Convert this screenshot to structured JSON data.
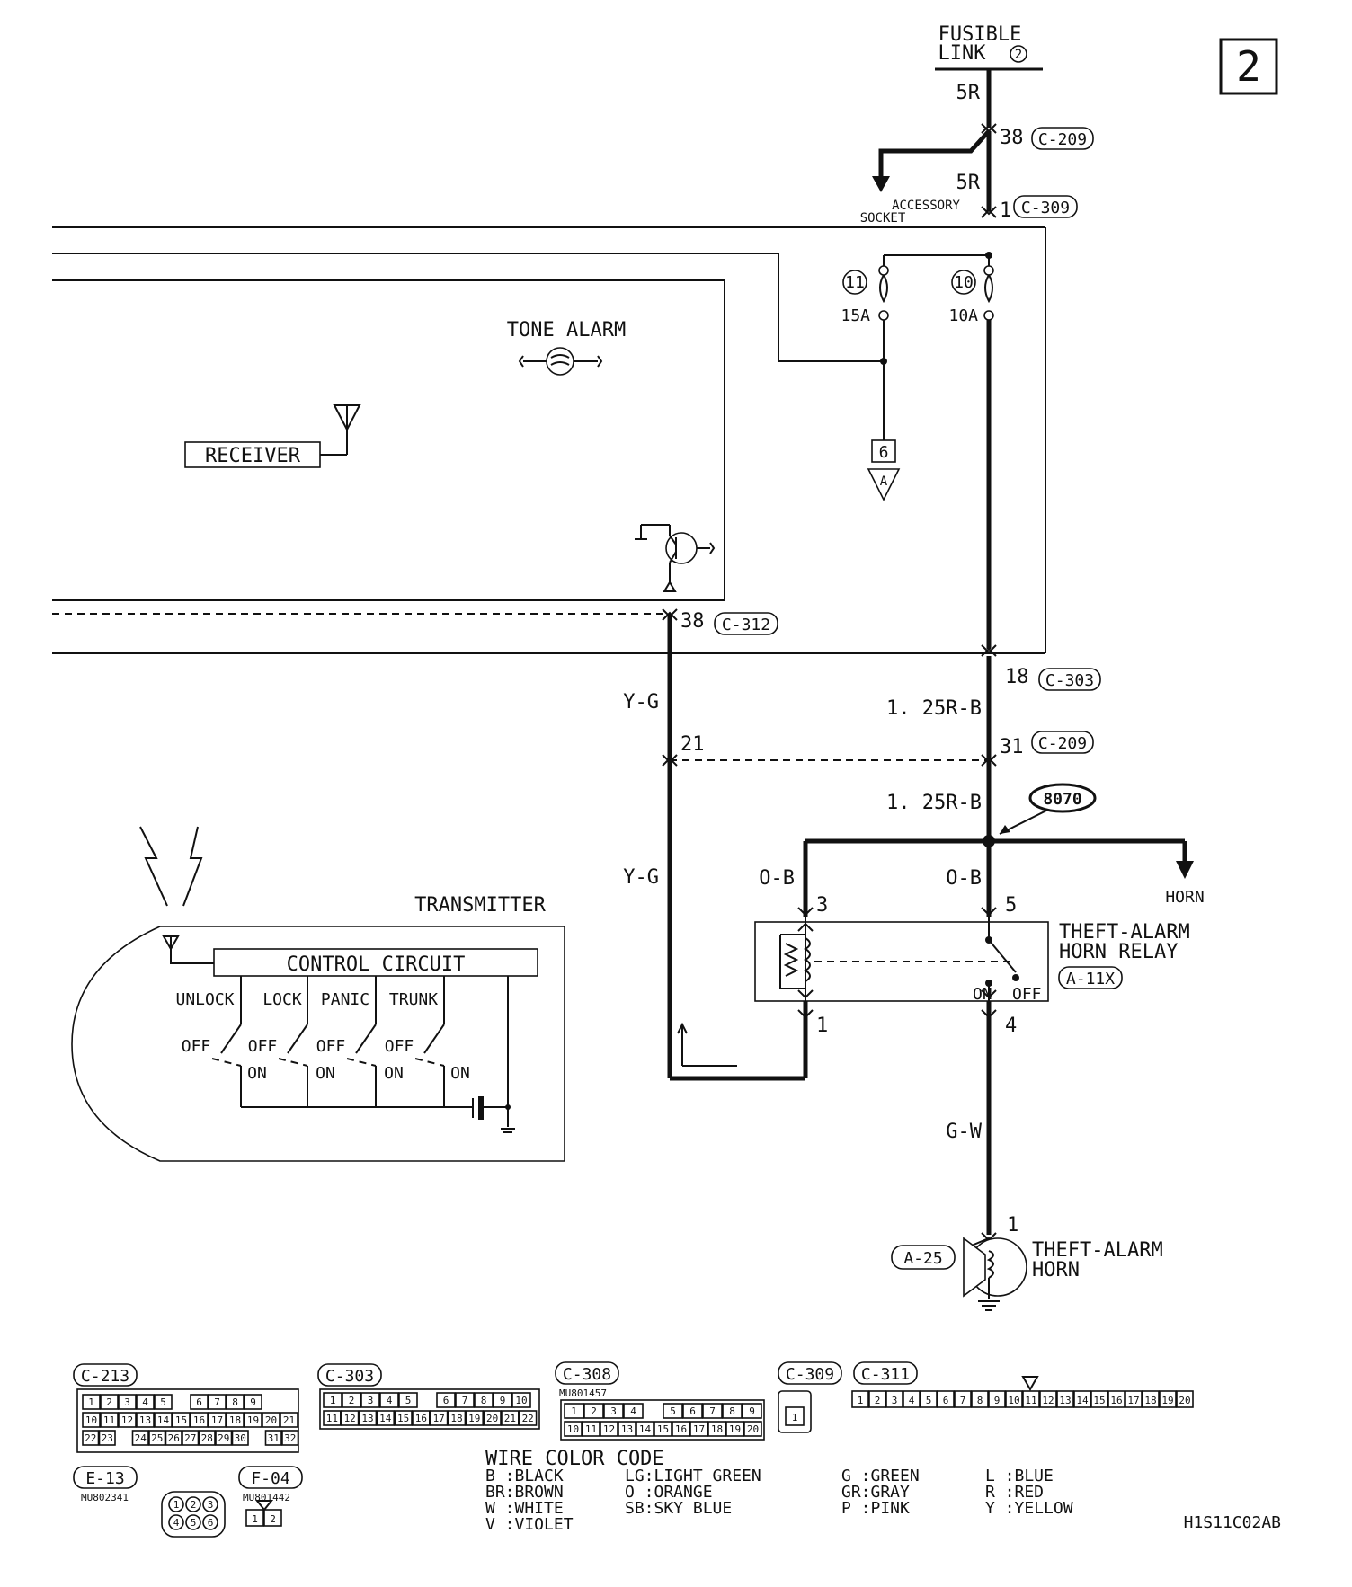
{
  "page_number": "2",
  "power": {
    "fusible_link": "FUSIBLE",
    "fusible_link_2": "LINK",
    "fusible_link_num": "2"
  },
  "wires": {
    "w5r_top": "5R",
    "w5r_mid": "5R",
    "yg_upper": "Y-G",
    "yg_lower": "Y-G",
    "r125b_upper": "1. 25R-B",
    "r125b_lower": "1. 25R-B",
    "ob_left": "O-B",
    "ob_right": "O-B",
    "gw": "G-W"
  },
  "pins": {
    "p38_c209": "38",
    "p1_c309": "1",
    "p38_c312": "38",
    "p18_c303": "18",
    "p21": "21",
    "p31_c209": "31",
    "relay3": "3",
    "relay5": "5",
    "relay1": "1",
    "relay4": "4",
    "horn1": "1"
  },
  "connectors": {
    "c209a": "C-209",
    "c309": "C-309",
    "c312": "C-312",
    "c303": "C-303",
    "c209b": "C-209",
    "a11x": "A-11X",
    "a25": "A-25"
  },
  "components": {
    "accessory_socket_1": "ACCESSORY",
    "accessory_socket_2": "SOCKET",
    "fuse11": "11",
    "fuse11_amp": "15A",
    "fuse10": "10",
    "fuse10_amp": "10A",
    "box6": "6",
    "triangle_a": "A",
    "tone_alarm": "TONE ALARM",
    "receiver": "RECEIVER",
    "splice": "8070",
    "horn_out": "HORN",
    "relay_1": "THEFT-ALARM",
    "relay_2": "HORN RELAY",
    "relay_on": "ON",
    "relay_off": "OFF",
    "horn_1": "THEFT-ALARM",
    "horn_2": "HORN"
  },
  "transmitter": {
    "title": "TRANSMITTER",
    "control": "CONTROL CIRCUIT",
    "buttons": [
      "UNLOCK",
      "LOCK",
      "PANIC",
      "TRUNK"
    ],
    "off": "OFF",
    "on": "ON"
  },
  "connector_views": {
    "c213": "C-213",
    "c303": "C-303",
    "c308": "C-308",
    "c308_part": "MU801457",
    "c309": "C-309",
    "c311": "C-311",
    "e13": "E-13",
    "e13_part": "MU802341",
    "f04": "F-04",
    "f04_part": "MU801442",
    "c213_row1": [
      "1",
      "2",
      "3",
      "4",
      "5",
      "",
      "6",
      "7",
      "8",
      "9"
    ],
    "c213_row2": [
      "10",
      "11",
      "12",
      "13",
      "14",
      "15",
      "16",
      "17",
      "18",
      "19",
      "20",
      "21"
    ],
    "c213_row3": [
      "22",
      "23",
      "",
      "24",
      "25",
      "26",
      "27",
      "28",
      "29",
      "30",
      "",
      "31",
      "32"
    ],
    "c303_row1": [
      "1",
      "2",
      "3",
      "4",
      "5",
      "",
      "6",
      "7",
      "8",
      "9",
      "10"
    ],
    "c303_row2": [
      "11",
      "12",
      "13",
      "14",
      "15",
      "16",
      "17",
      "18",
      "19",
      "20",
      "21",
      "22"
    ],
    "c308_row1": [
      "1",
      "2",
      "3",
      "4",
      "",
      "5",
      "6",
      "7",
      "8",
      "9"
    ],
    "c308_row2": [
      "10",
      "11",
      "12",
      "13",
      "14",
      "15",
      "16",
      "17",
      "18",
      "19",
      "20"
    ],
    "c311_row": [
      "1",
      "2",
      "3",
      "4",
      "5",
      "6",
      "7",
      "8",
      "9",
      "10",
      "11",
      "12",
      "13",
      "14",
      "15",
      "16",
      "17",
      "18",
      "19",
      "20"
    ],
    "c309_pin": "1",
    "e13_pins": [
      "1",
      "2",
      "3",
      "4",
      "5",
      "6"
    ],
    "f04_pins": [
      "1",
      "2"
    ]
  },
  "legend": {
    "title": "WIRE COLOR CODE",
    "col1": [
      "B :BLACK",
      "BR:BROWN",
      "W :WHITE",
      "V :VIOLET"
    ],
    "col2": [
      "LG:LIGHT GREEN",
      "O :ORANGE",
      "SB:SKY BLUE"
    ],
    "col3": [
      "G :GREEN",
      "GR:GRAY",
      "P :PINK"
    ],
    "col4": [
      "L :BLUE",
      "R :RED",
      "Y :YELLOW"
    ]
  },
  "doc_code": "H1S11C02AB"
}
